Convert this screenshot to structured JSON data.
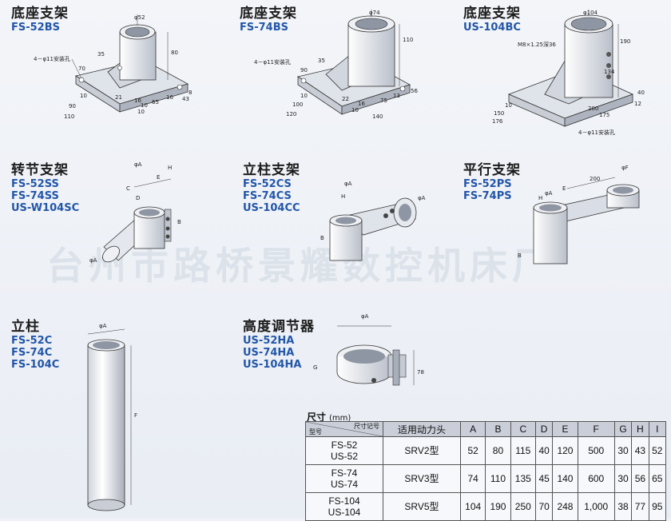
{
  "watermark": "台州市路桥景耀数控机床厂",
  "sections": [
    {
      "title": "底座支架",
      "codes": [
        "FS-52BS"
      ]
    },
    {
      "title": "底座支架",
      "codes": [
        "FS-74BS"
      ]
    },
    {
      "title": "底座支架",
      "codes": [
        "US-104BC"
      ]
    },
    {
      "title": "转节支架",
      "codes": [
        "FS-52SS",
        "FS-74SS",
        "US-W104SC"
      ]
    },
    {
      "title": "立柱支架",
      "codes": [
        "FS-52CS",
        "FS-74CS",
        "US-104CC"
      ]
    },
    {
      "title": "平行支架",
      "codes": [
        "FS-52PS",
        "FS-74PS"
      ]
    },
    {
      "title": "立柱",
      "codes": [
        "FS-52C",
        "FS-74C",
        "FS-104C"
      ]
    },
    {
      "title": "高度调节器",
      "codes": [
        "US-52HA",
        "US-74HA",
        "US-104HA"
      ]
    }
  ],
  "drawings": {
    "d1": {
      "phi": "φ52",
      "h": "80",
      "hole": "4－φ11安装孔",
      "l1": "70",
      "l2": "35",
      "b1": "21",
      "b2": "16",
      "w1": "10",
      "w2": "90",
      "w3": "110",
      "r1": "65",
      "r2": "10",
      "r3": "43",
      "r4": "16",
      "r5": "10",
      "r6": "8"
    },
    "d2": {
      "phi": "φ74",
      "h": "110",
      "hole": "4－φ11安装孔",
      "l1": "90",
      "l2": "35",
      "b1": "22",
      "b2": "16",
      "w1": "10",
      "w2": "100",
      "w3": "120",
      "r1": "75",
      "r2": "10",
      "r3": "56",
      "r4": "140",
      "r5": "13"
    },
    "d3": {
      "phi": "φ104",
      "thread": "M8×1.25深36",
      "h": "190",
      "h2": "134",
      "w1": "10",
      "w2": "150",
      "w3": "176",
      "r1": "200",
      "r2": "175",
      "r3": "40",
      "r4": "12",
      "hole": "4－φ11安装孔"
    },
    "d4": {
      "a": "φA",
      "b": "B",
      "c": "C",
      "d": "D",
      "h": "H",
      "e": "E",
      "phi2": "φA"
    },
    "d5": {
      "a": "φA",
      "b": "B",
      "h": "H",
      "a2": "φA"
    },
    "d6": {
      "f": "φF",
      "dim": "200",
      "a": "φA",
      "h": "H",
      "b": "B",
      "e": "E"
    },
    "d7": {
      "a": "φA",
      "f": "F"
    },
    "d8": {
      "a": "φA",
      "g": "G",
      "h": "78"
    }
  },
  "table": {
    "title": "尺寸",
    "unit": "(mm)",
    "corner_top": "尺寸记号",
    "corner_bottom": "型号",
    "head_power": "适用动力头",
    "cols": [
      "A",
      "B",
      "C",
      "D",
      "E",
      "F",
      "G",
      "H",
      "I"
    ],
    "rows": [
      {
        "models": [
          "FS-52",
          "US-52"
        ],
        "power": "SRV2型",
        "vals": [
          "52",
          "80",
          "115",
          "40",
          "120",
          "500",
          "30",
          "43",
          "52"
        ]
      },
      {
        "models": [
          "FS-74",
          "US-74"
        ],
        "power": "SRV3型",
        "vals": [
          "74",
          "110",
          "135",
          "45",
          "140",
          "600",
          "30",
          "56",
          "65"
        ]
      },
      {
        "models": [
          "FS-104",
          "US-104"
        ],
        "power": "SRV5型",
        "vals": [
          "104",
          "190",
          "250",
          "70",
          "248",
          "1,000",
          "38",
          "77",
          "95"
        ]
      }
    ]
  }
}
